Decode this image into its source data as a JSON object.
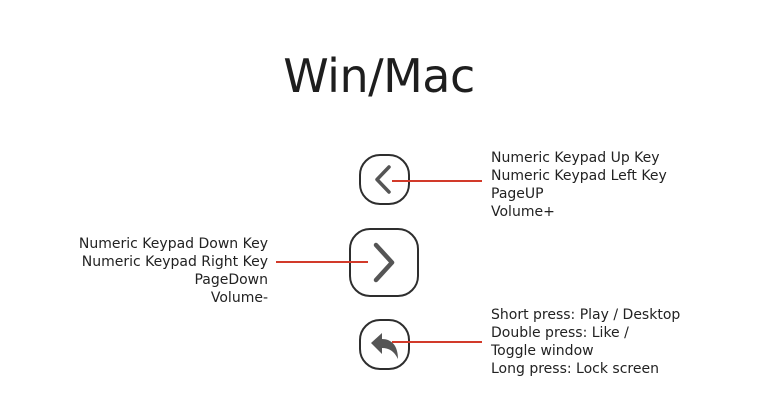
{
  "title": "Win/Mac",
  "keys": [
    {
      "name": "left-arrow-key",
      "icon": "chevron-left-icon",
      "lines": [
        "Numeric Keypad Up Key",
        "Numeric Keypad Left Key",
        "PageUP",
        "Volume+"
      ]
    },
    {
      "name": "right-arrow-key",
      "icon": "chevron-right-icon",
      "lines": [
        "Numeric Keypad Down Key",
        "Numeric Keypad Right Key",
        "PageDown",
        "Volume-"
      ]
    },
    {
      "name": "return-key",
      "icon": "return-arrow-icon",
      "lines": [
        "Short press: Play / Desktop",
        "Double press: Like /",
        "Toggle window",
        "Long press: Lock screen"
      ]
    }
  ],
  "colors": {
    "leader_line": "#d23a2a",
    "key_outline": "#2e2e2e",
    "icon": "#555555",
    "text": "#222222"
  }
}
